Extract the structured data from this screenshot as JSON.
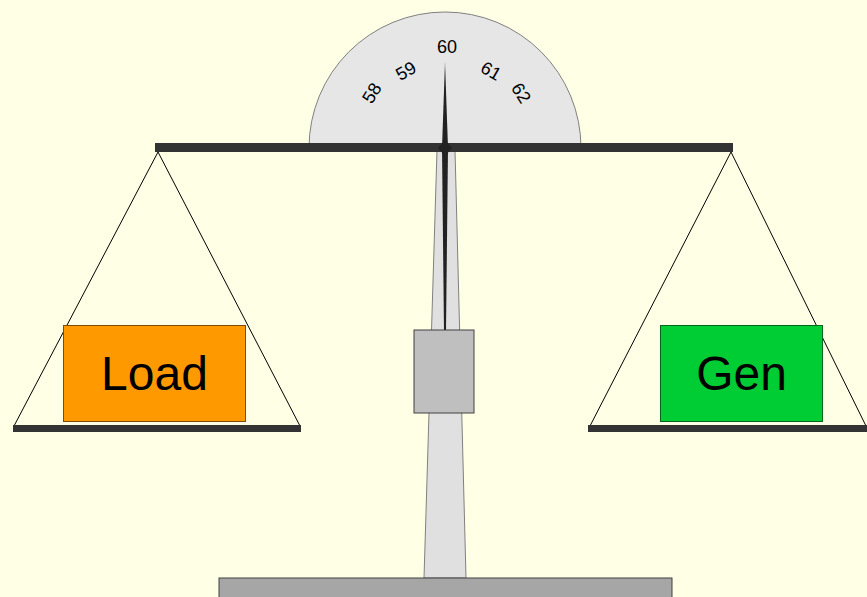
{
  "diagram": {
    "nodes": [
      {
        "text": [
          "Load"
        ]
      },
      {
        "text": [
          "Gen"
        ]
      }
    ],
    "labels": [
      "58",
      "59",
      "60",
      "61",
      "62"
    ]
  }
}
